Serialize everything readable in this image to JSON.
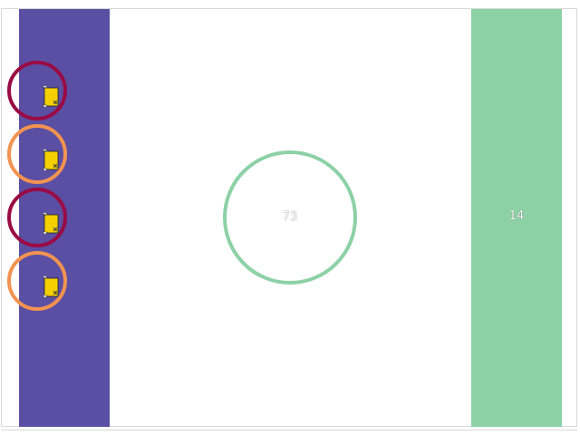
{
  "colors": {
    "left_column": "#5b4fa3",
    "right_column": "#8dd1a6",
    "center_ring": "#8dd1a6",
    "ring_crimson": "#9a0b45",
    "ring_orange": "#f29351",
    "card_yellow": "#f5d000"
  },
  "center": {
    "value": "73"
  },
  "right_panel": {
    "value": "14"
  },
  "slots": [
    {
      "ring": "crimson",
      "icon": "yellow-card-icon"
    },
    {
      "ring": "orange",
      "icon": "yellow-card-icon"
    },
    {
      "ring": "crimson",
      "icon": "yellow-card-icon"
    },
    {
      "ring": "orange",
      "icon": "yellow-card-icon"
    }
  ]
}
